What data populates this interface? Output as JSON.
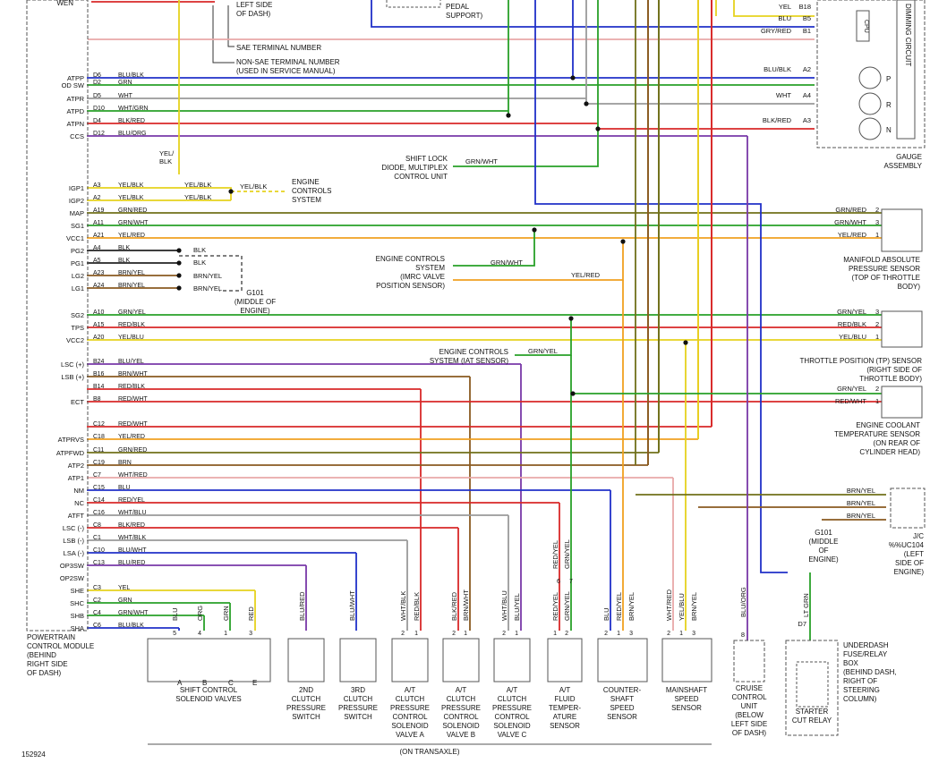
{
  "figure_id": "152924",
  "on_transaxle": "(ON TRANSAXLE)",
  "callouts": {
    "left_side_of_dash_top": [
      "LEFT SIDE",
      "OF DASH)"
    ],
    "sae": "SAE TERMINAL NUMBER",
    "non_sae": [
      "NON-SAE TERMINAL NUMBER",
      "(USED IN SERVICE MANUAL)"
    ],
    "pedal_support": [
      "PEDAL",
      "SUPPORT)"
    ]
  },
  "pcm": {
    "label": [
      "POWERTRAIN",
      "CONTROL MODULE",
      "(BEHIND",
      "RIGHT SIDE",
      "OF DASH)"
    ],
    "top_pin": "WEN",
    "pins": [
      {
        "name": "ATPP",
        "term": "D6",
        "color": "BLU/BLK"
      },
      {
        "name": "OD SW",
        "term": "D2",
        "color": "GRN"
      },
      {
        "name": "ATPR",
        "term": "D5",
        "color": "WHT"
      },
      {
        "name": "ATPD",
        "term": "D10",
        "color": "WHT/GRN"
      },
      {
        "name": "ATPN",
        "term": "D4",
        "color": "BLK/RED"
      },
      {
        "name": "CCS",
        "term": "D12",
        "color": "BLU/ORG"
      },
      {
        "name": "IGP1",
        "term": "A3",
        "color": "YEL/BLK"
      },
      {
        "name": "IGP2",
        "term": "A2",
        "color": "YEL/BLK"
      },
      {
        "name": "MAP",
        "term": "A19",
        "color": "GRN/RED"
      },
      {
        "name": "SG1",
        "term": "A11",
        "color": "GRN/WHT"
      },
      {
        "name": "VCC1",
        "term": "A21",
        "color": "YEL/RED"
      },
      {
        "name": "PG2",
        "term": "A4",
        "color": "BLK"
      },
      {
        "name": "PG1",
        "term": "A5",
        "color": "BLK"
      },
      {
        "name": "LG2",
        "term": "A23",
        "color": "BRN/YEL"
      },
      {
        "name": "LG1",
        "term": "A24",
        "color": "BRN/YEL"
      },
      {
        "name": "SG2",
        "term": "A10",
        "color": "GRN/YEL"
      },
      {
        "name": "TPS",
        "term": "A15",
        "color": "RED/BLK"
      },
      {
        "name": "VCC2",
        "term": "A20",
        "color": "YEL/BLU"
      },
      {
        "name": "LSC (+)",
        "term": "B24",
        "color": "BLU/YEL"
      },
      {
        "name": "LSB (+)",
        "term": "B16",
        "color": "BRN/WHT"
      },
      {
        "name": "",
        "term": "B14",
        "color": "RED/BLK"
      },
      {
        "name": "ECT",
        "term": "B8",
        "color": "RED/WHT"
      },
      {
        "name": "",
        "term": "C12",
        "color": "RED/WHT"
      },
      {
        "name": "ATPRVS",
        "term": "C18",
        "color": "YEL/RED"
      },
      {
        "name": "ATPFWD",
        "term": "C11",
        "color": "GRN/RED"
      },
      {
        "name": "ATP2",
        "term": "C19",
        "color": "BRN"
      },
      {
        "name": "ATP1",
        "term": "C7",
        "color": "WHT/RED"
      },
      {
        "name": "NM",
        "term": "C15",
        "color": "BLU"
      },
      {
        "name": "NC",
        "term": "C14",
        "color": "RED/YEL"
      },
      {
        "name": "ATFT",
        "term": "C16",
        "color": "WHT/BLU"
      },
      {
        "name": "LSC (-)",
        "term": "C8",
        "color": "BLK/RED"
      },
      {
        "name": "LSB (-)",
        "term": "C1",
        "color": "WHT/BLK"
      },
      {
        "name": "LSA (-)",
        "term": "C10",
        "color": "BLU/WHT"
      },
      {
        "name": "OP3SW",
        "term": "C13",
        "color": "BLU/RED"
      },
      {
        "name": "OP2SW",
        "term": "",
        "color": ""
      },
      {
        "name": "SHE",
        "term": "C3",
        "color": "YEL"
      },
      {
        "name": "SHC",
        "term": "C2",
        "color": "GRN"
      },
      {
        "name": "SHB",
        "term": "C4",
        "color": "GRN/WHT"
      },
      {
        "name": "SHA",
        "term": "C6",
        "color": "BLU/BLK"
      }
    ]
  },
  "gauge": {
    "label": [
      "GAUGE",
      "ASSEMBLY"
    ],
    "dimming": "DIMMING CIRCUIT",
    "cpu": "CPU",
    "rows": [
      {
        "color": "YEL",
        "term": "B18"
      },
      {
        "color": "BLU",
        "term": "B5"
      },
      {
        "color": "GRY/RED",
        "term": "B1"
      },
      {
        "color": "BLU/BLK",
        "term": "A2"
      },
      {
        "color": "WHT",
        "term": "A4"
      },
      {
        "color": "BLK/RED",
        "term": "A3"
      }
    ],
    "lamps": [
      "P",
      "R",
      "N"
    ]
  },
  "shift_lock": {
    "label": [
      "SHIFT LOCK",
      "DIODE, MULTIPLEX",
      "CONTROL UNIT"
    ],
    "wire": "GRN/WHT"
  },
  "ign_branch": {
    "wire_label": [
      "YEL/",
      "BLK"
    ],
    "out_wire": "YEL/BLK",
    "wire_a": "YEL/BLK",
    "wire_b": "YEL/BLK",
    "dest": [
      "ENGINE",
      "CONTROLS",
      "SYSTEM"
    ]
  },
  "map_sensor": {
    "label": [
      "MANIFOLD ABSOLUTE",
      "PRESSURE SENSOR",
      "(TOP OF THROTTLE",
      "BODY)"
    ],
    "pins": [
      {
        "color": "GRN/RED",
        "n": "2"
      },
      {
        "color": "GRN/WHT",
        "n": "3"
      },
      {
        "color": "YEL/RED",
        "n": "1"
      }
    ]
  },
  "imrc": {
    "label": [
      "ENGINE CONTROLS",
      "SYSTEM",
      "(IMRC VALVE",
      "POSITION SENSOR)"
    ],
    "wire1": "GRN/WHT",
    "wire2": "YEL/RED"
  },
  "grounds": {
    "g101_left": [
      "G101",
      "(MIDDLE OF",
      "ENGINE)"
    ],
    "blk1": "BLK",
    "blk2": "BLK",
    "by1": "BRN/YEL",
    "by2": "BRN/YEL",
    "g101_right": [
      "G101",
      "(MIDDLE",
      "OF",
      "ENGINE)"
    ]
  },
  "tp_sensor": {
    "label": [
      "THROTTLE POSITION (TP) SENSOR",
      "(RIGHT SIDE OF",
      "THROTTLE BODY)"
    ],
    "pins": [
      {
        "color": "GRN/YEL",
        "n": "3"
      },
      {
        "color": "RED/BLK",
        "n": "2"
      },
      {
        "color": "YEL/BLU",
        "n": "1"
      }
    ]
  },
  "iat": {
    "label": [
      "ENGINE CONTROLS",
      "SYSTEM (IAT SENSOR)"
    ],
    "wire": "GRN/YEL"
  },
  "ect": {
    "label": [
      "ENGINE COOLANT",
      "TEMPERATURE SENSOR",
      "(ON REAR OF",
      "CYLINDER HEAD)"
    ],
    "pins": [
      {
        "color": "GRN/YEL",
        "n": "2"
      },
      {
        "color": "RED/WHT",
        "n": "1"
      }
    ]
  },
  "jc": {
    "label": [
      "J/C",
      "%%UC104",
      "(LEFT",
      "SIDE OF",
      "ENGINE)"
    ],
    "wires": [
      "BRN/YEL",
      "BRN/YEL",
      "BRN/YEL"
    ]
  },
  "fuse_box": {
    "label": [
      "UNDERDASH",
      "FUSE/RELAY",
      "BOX",
      "(BEHIND DASH,",
      "RIGHT OF",
      "STEERING",
      "COLUMN)"
    ],
    "relay": [
      "STARTER",
      "CUT RELAY"
    ],
    "term": "D7",
    "wire": "LT GRN"
  },
  "cruise": {
    "label": [
      "CRUISE",
      "CONTROL",
      "UNIT",
      "(BELOW",
      "LEFT SIDE",
      "OF DASH)"
    ],
    "term": "8",
    "wire": "BLU/ORG"
  },
  "bottom": [
    {
      "id": "ssv",
      "label": [
        "SHIFT CONTROL",
        "SOLENOID VALVES"
      ],
      "wires": [
        {
          "n": "5",
          "c": "BLU"
        },
        {
          "n": "4",
          "c": "ORG"
        },
        {
          "n": "1",
          "c": "GRN"
        },
        {
          "n": "3",
          "c": "RED"
        }
      ],
      "letters": [
        "A",
        "B",
        "C",
        "E"
      ]
    },
    {
      "id": "p2",
      "label": [
        "2ND",
        "CLUTCH",
        "PRESSURE",
        "SWITCH"
      ],
      "wires": [
        {
          "n": "",
          "c": "BLU/RED"
        }
      ]
    },
    {
      "id": "p3",
      "label": [
        "3RD",
        "CLUTCH",
        "PRESSURE",
        "SWITCH"
      ],
      "wires": [
        {
          "n": "",
          "c": "BLU/WHT"
        }
      ]
    },
    {
      "id": "va",
      "label": [
        "A/T",
        "CLUTCH",
        "PRESSURE",
        "CONTROL",
        "SOLENOID",
        "VALVE A"
      ],
      "wires": [
        {
          "n": "2",
          "c": "WHT/BLK"
        },
        {
          "n": "1",
          "c": "RED/BLK"
        }
      ]
    },
    {
      "id": "vb",
      "label": [
        "A/T",
        "CLUTCH",
        "PRESSURE",
        "CONTROL",
        "SOLENOID",
        "VALVE B"
      ],
      "wires": [
        {
          "n": "2",
          "c": "BLK/RED"
        },
        {
          "n": "1",
          "c": "BRN/WHT"
        }
      ]
    },
    {
      "id": "vc",
      "label": [
        "A/T",
        "CLUTCH",
        "PRESSURE",
        "CONTROL",
        "SOLENOID",
        "VALVE C"
      ],
      "wires": [
        {
          "n": "2",
          "c": "WHT/BLU"
        },
        {
          "n": "1",
          "c": "BLU/YEL"
        }
      ]
    },
    {
      "id": "ft",
      "label": [
        "A/T",
        "FLUID",
        "TEMPER-",
        "ATURE",
        "SENSOR"
      ],
      "wires": [
        {
          "n": "1",
          "c": "RED/YEL"
        },
        {
          "n": "2",
          "c": "GRN/YEL"
        }
      ],
      "upper": [
        {
          "n": "6",
          "c": "RED/YEL"
        },
        {
          "n": "7",
          "c": "GRN/YEL"
        }
      ]
    },
    {
      "id": "cs",
      "label": [
        "COUNTER-",
        "SHAFT",
        "SPEED",
        "SENSOR"
      ],
      "wires": [
        {
          "n": "2",
          "c": "BLU"
        },
        {
          "n": "1",
          "c": "RED/YEL"
        },
        {
          "n": "3",
          "c": "BRN/YEL"
        }
      ]
    },
    {
      "id": "ms",
      "label": [
        "MAINSHAFT",
        "SPEED",
        "SENSOR"
      ],
      "wires": [
        {
          "n": "2",
          "c": "WHT/RED"
        },
        {
          "n": "1",
          "c": "YEL/BLU"
        },
        {
          "n": "3",
          "c": "BRN/YEL"
        }
      ]
    }
  ],
  "colors": {
    "blu": "#2030c8",
    "grn": "#28a028",
    "red": "#d82828",
    "yel": "#e6d21e",
    "org": "#f0a020",
    "brn": "#8a5a20",
    "pur": "#7838a8",
    "gry": "#9a9a9a",
    "pnk": "#e8a8a8",
    "olv": "#70701a",
    "blk": "#222222"
  }
}
